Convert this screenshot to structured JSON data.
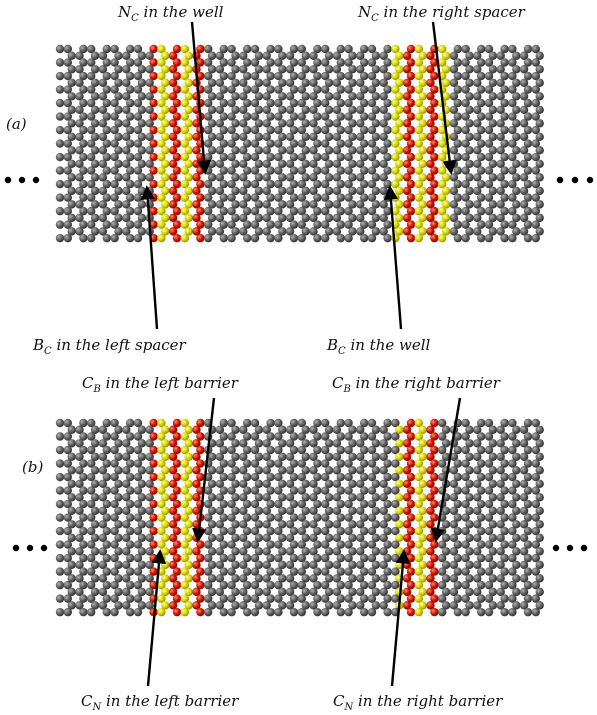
{
  "panel_a": {
    "label": "(a)",
    "labels": [
      {
        "main": "N",
        "sub": "C",
        "rest": " in the well"
      },
      {
        "main": "N",
        "sub": "C",
        "rest": " in the right spacer"
      },
      {
        "main": "B",
        "sub": "C",
        "rest": " in the left spacer"
      },
      {
        "main": "B",
        "sub": "C",
        "rest": " in the well"
      }
    ]
  },
  "panel_b": {
    "label": "(b)",
    "labels": [
      {
        "main": "C",
        "sub": "B",
        "rest": " in the left barrier"
      },
      {
        "main": "C",
        "sub": "B",
        "rest": " in the right barrier"
      },
      {
        "main": "C",
        "sub": "N",
        "rest": " in the left barrier"
      },
      {
        "main": "C",
        "sub": "N",
        "rest": " in the right barrier"
      }
    ]
  },
  "colors": {
    "carbon": "#5e5e5e",
    "carbon_bond": "#4a4a4a",
    "boron": "#d4d400",
    "nitrogen": "#cc1100"
  }
}
